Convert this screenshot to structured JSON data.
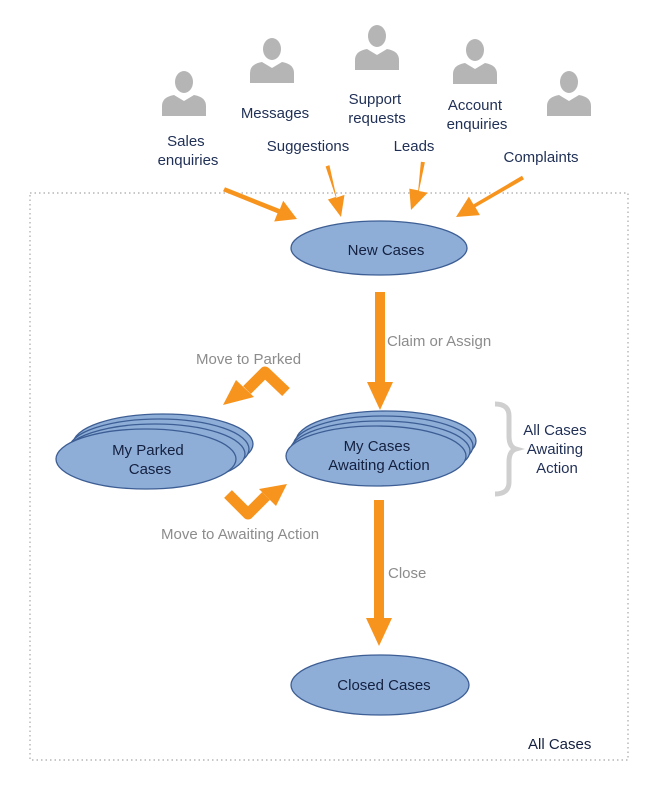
{
  "diagram": {
    "sources": [
      {
        "id": "sales",
        "label_lines": [
          "Sales",
          "enquiries"
        ]
      },
      {
        "id": "messages",
        "label_lines": [
          "Messages"
        ]
      },
      {
        "id": "suggestions",
        "label_lines": [
          "Suggestions"
        ]
      },
      {
        "id": "support",
        "label_lines": [
          "Support",
          "requests"
        ]
      },
      {
        "id": "leads",
        "label_lines": [
          "Leads"
        ]
      },
      {
        "id": "account",
        "label_lines": [
          "Account",
          "enquiries"
        ]
      },
      {
        "id": "complaints",
        "label_lines": [
          "Complaints"
        ]
      }
    ],
    "nodes": {
      "new_cases": "New Cases",
      "my_cases": [
        "My Cases",
        "Awaiting Action"
      ],
      "parked": [
        "My Parked",
        "Cases"
      ],
      "closed": "Closed Cases"
    },
    "edge_labels": {
      "claim": "Claim or Assign",
      "to_parked": "Move to Parked",
      "to_awaiting": "Move to Awaiting Action",
      "close": "Close"
    },
    "group_labels": {
      "all_awaiting": [
        "All Cases",
        "Awaiting",
        "Action"
      ],
      "all_cases": "All Cases"
    }
  },
  "colors": {
    "arrow": "#f7941d",
    "node_fill": "#8eaed8",
    "node_stroke": "#3d5e94",
    "person": "#b5b5b5",
    "dark_text": "#1f2f55",
    "grey_text": "#8c8c8c",
    "border": "#a8a8a8"
  },
  "icons": [
    "person-icon"
  ]
}
